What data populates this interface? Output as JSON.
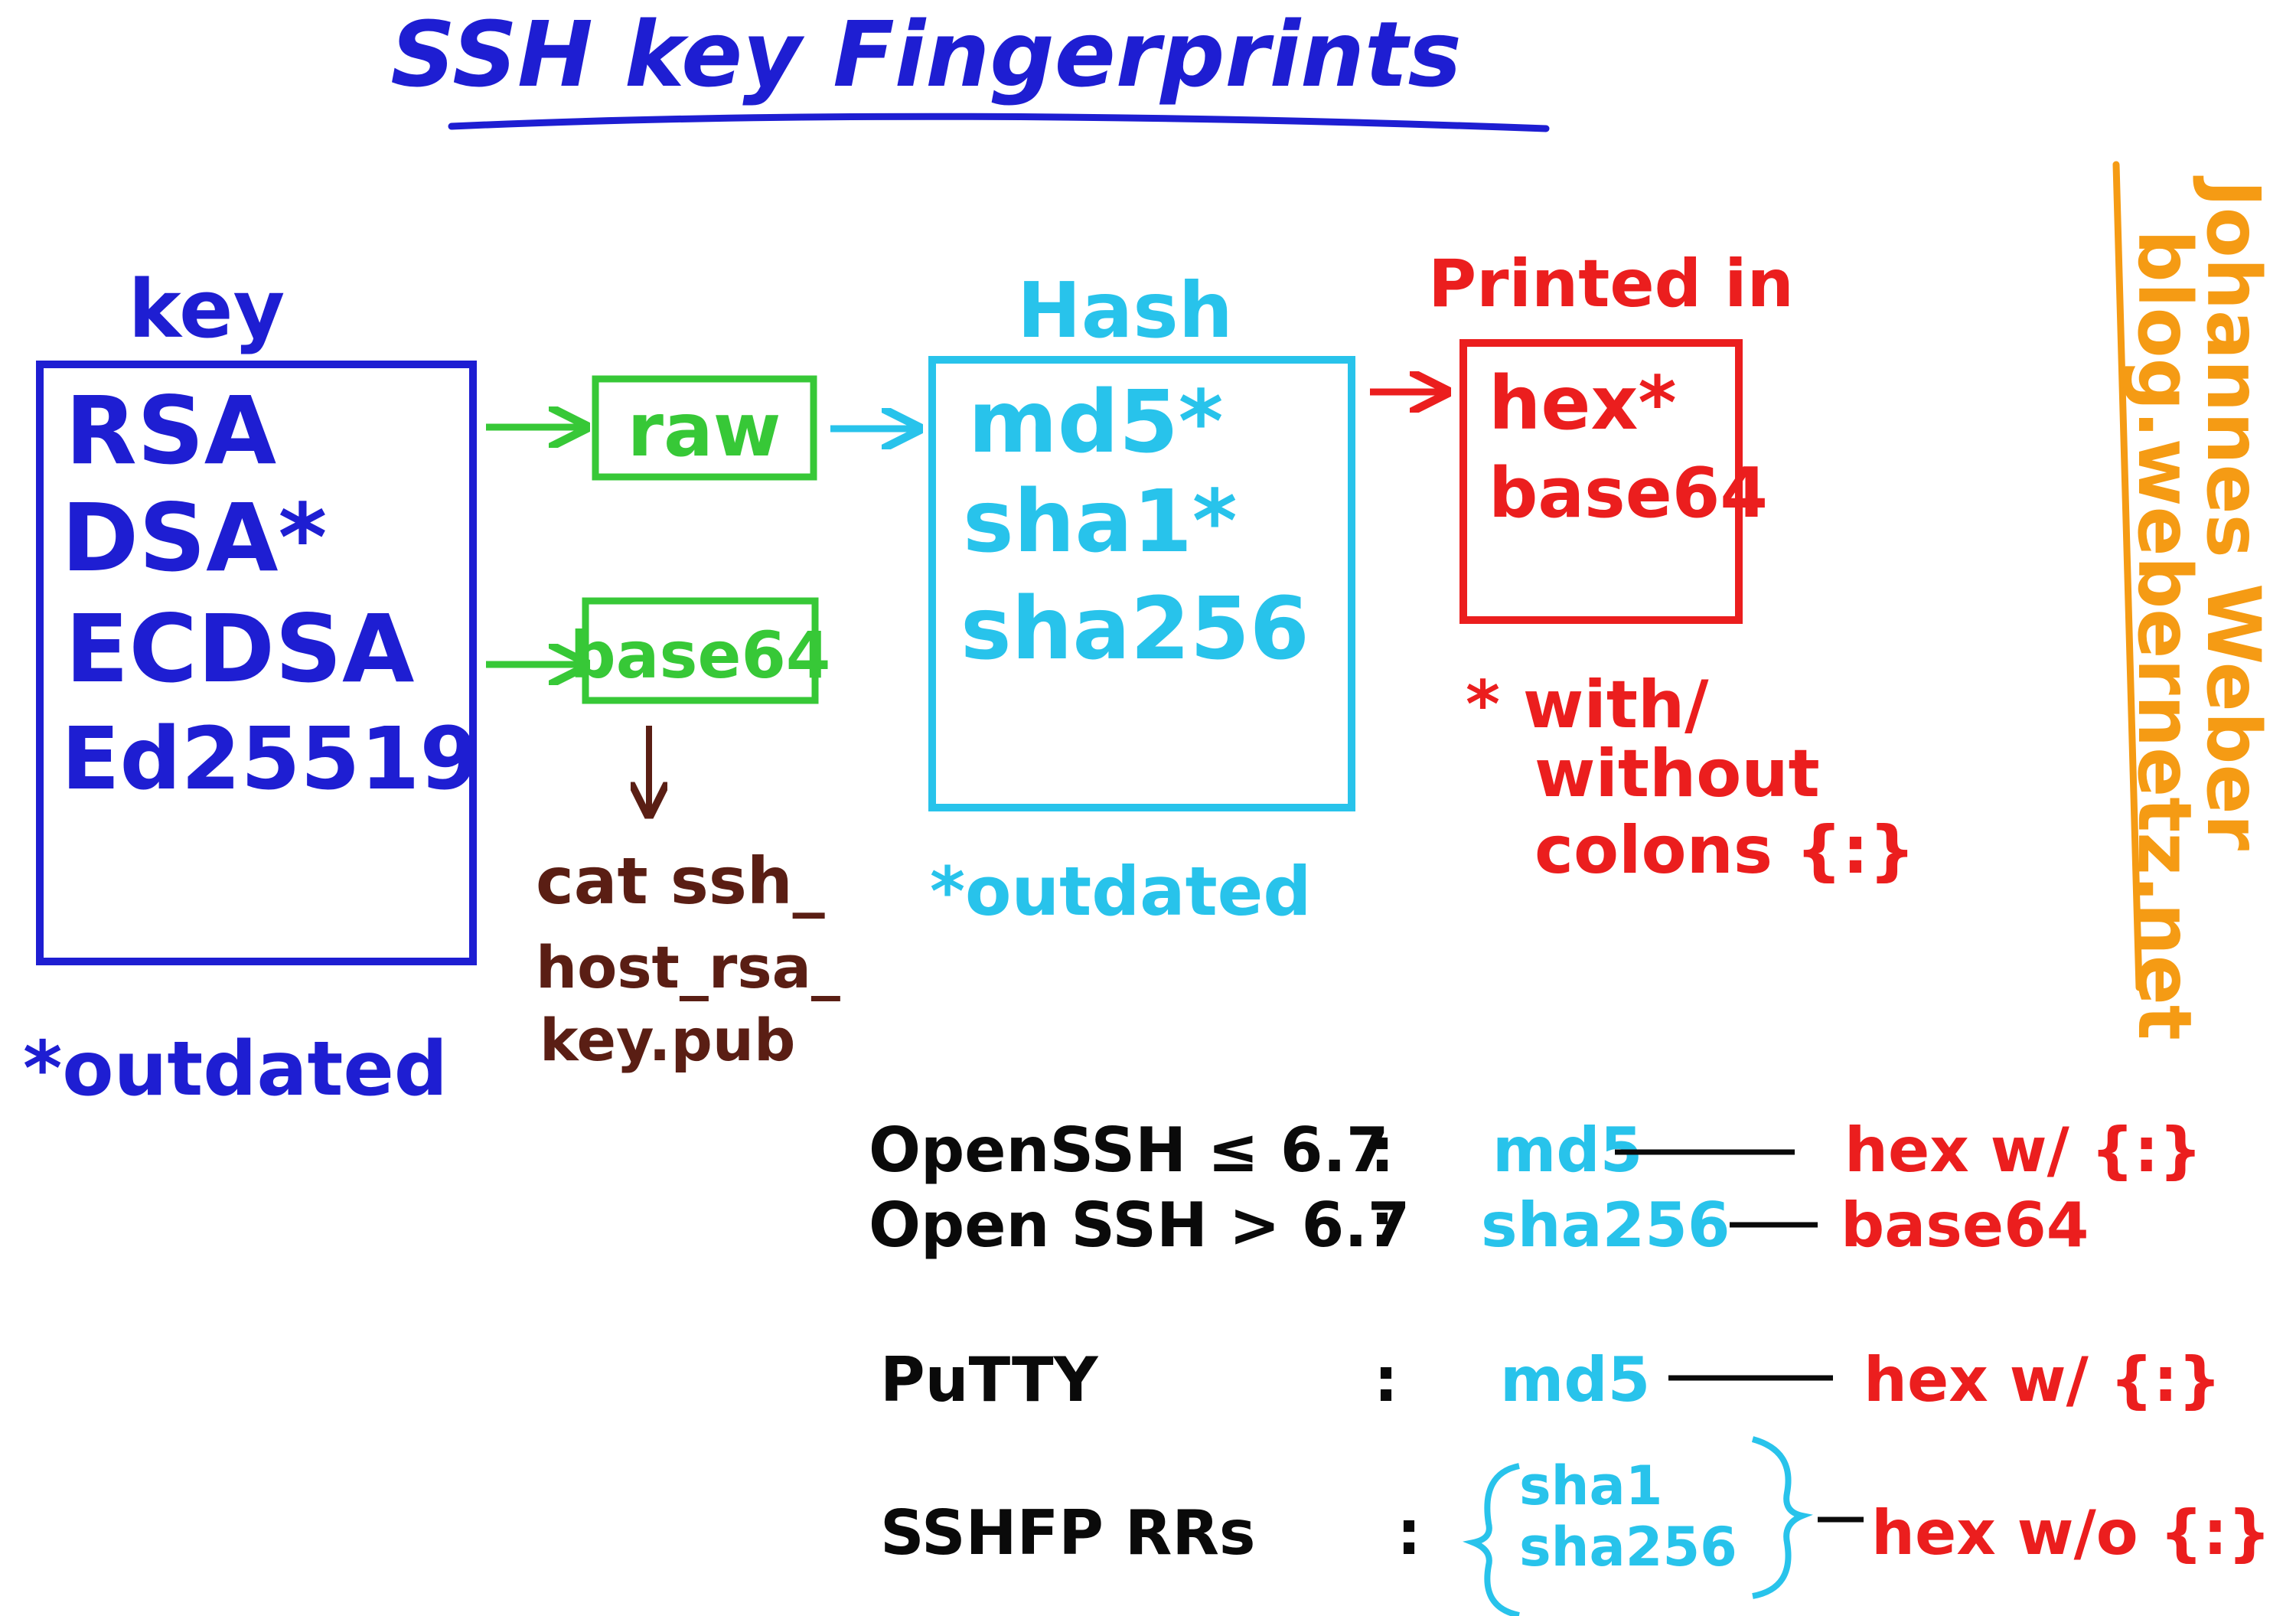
{
  "title": "SSH key Fingerprints",
  "author": {
    "name": "Johannes Weber",
    "url": "blog.webernetz.net"
  },
  "colors": {
    "blue": "#1e1ed2",
    "green": "#37c837",
    "cyan": "#28c3eb",
    "red": "#eb1e1e",
    "brown": "#5a1e14",
    "orange": "#f59b14",
    "black": "#0a0a0a"
  },
  "key_box": {
    "title": "key",
    "items": [
      "RSA",
      "DSA*",
      "ECDSA",
      "Ed25519"
    ],
    "note": "*outdated"
  },
  "formats": {
    "raw": "raw",
    "base64": "base64"
  },
  "cat_command": {
    "line1": "cat ssh_",
    "line2": "host_rsa_",
    "line3": "key.pub"
  },
  "hash_box": {
    "title": "Hash",
    "items": [
      "md5*",
      "sha1*",
      "sha256"
    ],
    "note": "*outdated"
  },
  "printed_box": {
    "title": "Printed in",
    "items": [
      "hex*",
      "base64"
    ],
    "note_line1": "* with/",
    "note_line2": "without",
    "note_line3": "colons {:}"
  },
  "table": [
    {
      "name": "OpenSSH ≤ 6.7",
      "colon": ":",
      "hash": "md5",
      "dash": "——",
      "output": "hex w/ {:}"
    },
    {
      "name": "Open SSH > 6.7",
      "colon": ":",
      "hash": "sha256",
      "dash": "—",
      "output": "base64"
    },
    {
      "name": "PuTTY",
      "colon": ":",
      "hash": "md5",
      "dash": "——",
      "output": "hex w/ {:}"
    },
    {
      "name": "SSHFP RRs",
      "colon": ":",
      "hash": "sha1",
      "hash2": "sha256",
      "dash": "—",
      "output": "hex w/o {:}"
    }
  ]
}
